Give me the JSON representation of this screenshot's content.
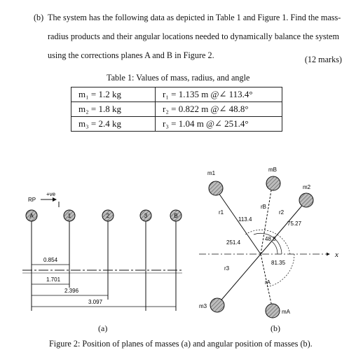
{
  "question": {
    "label": "(b)",
    "text": "The system has the following data as depicted in Table 1 and Figure 1. Find the mass-radius products and their angular locations needed to dynamically balance the system using the corrections planes A and B in Figure 2.",
    "marks": "(12 marks)"
  },
  "table": {
    "caption": "Table 1: Values of mass, radius, and angle",
    "rows": [
      {
        "mass": "m₁ = 1.2 kg",
        "radius_angle": "r₁ = 1.135 m @∠ 113.4°"
      },
      {
        "mass": "m₂ = 1.8 kg",
        "radius_angle": "r₂ = 0.822 m @∠ 48.8°"
      },
      {
        "mass": "m₃ = 2.4 kg",
        "radius_angle": "r₃ = 1.04 m @∠ 251.4°"
      }
    ]
  },
  "figure_a": {
    "rp": "RP",
    "dir": "+ve",
    "planes": [
      "A",
      "1",
      "2",
      "3",
      "B"
    ],
    "dims": [
      "0.854",
      "1.701",
      "2.396",
      "3.097"
    ],
    "sublabel": "(a)"
  },
  "figure_b": {
    "masses": [
      "m1",
      "mB",
      "m2",
      "m3",
      "mA"
    ],
    "radii": [
      "r1",
      "rB",
      "r2",
      "r3",
      "rA"
    ],
    "angles": [
      "113.4",
      "48.8",
      "251.4",
      "81.35",
      "75.27"
    ],
    "axis": "x",
    "sublabel": "(b)"
  },
  "figure_caption": "Figure 2: Position of planes of masses (a) and angular position of masses (b).",
  "colors": {
    "ink": "#111111",
    "mass_fill": "#bdbdbd"
  }
}
